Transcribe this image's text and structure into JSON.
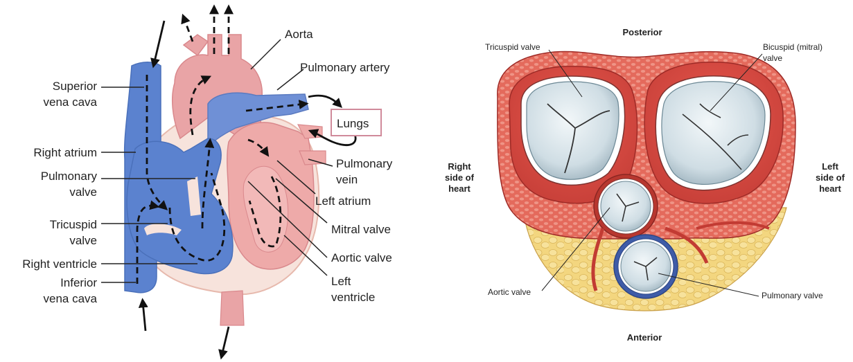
{
  "left_diagram": {
    "labels": {
      "aorta": "Aorta",
      "pulmonary_artery": "Pulmonary artery",
      "lungs": "Lungs",
      "superior_vena_cava_1": "Superior",
      "superior_vena_cava_2": "vena cava",
      "right_atrium": "Right atrium",
      "pulmonary_valve_1": "Pulmonary",
      "pulmonary_valve_2": "valve",
      "tricuspid_valve_1": "Tricuspid",
      "tricuspid_valve_2": "valve",
      "right_ventricle": "Right ventricle",
      "inferior_vena_cava_1": "Inferior",
      "inferior_vena_cava_2": "vena cava",
      "pulmonary_vein_1": "Pulmonary",
      "pulmonary_vein_2": "vein",
      "left_atrium": "Left atrium",
      "mitral_valve": "Mitral valve",
      "aortic_valve": "Aortic valve",
      "left_ventricle_1": "Left",
      "left_ventricle_2": "ventricle"
    }
  },
  "right_diagram": {
    "labels": {
      "posterior": "Posterior",
      "anterior": "Anterior",
      "tricuspid_valve": "Tricuspid valve",
      "bicuspid_valve_1": "Bicuspid (mitral)",
      "bicuspid_valve_2": "valve",
      "right_side_1": "Right",
      "right_side_2": "side of",
      "right_side_3": "heart",
      "left_side_1": "Left",
      "left_side_2": "side of",
      "left_side_3": "heart",
      "aortic_valve": "Aortic valve",
      "pulmonary_valve": "Pulmonary valve"
    }
  },
  "colors": {
    "deoxygenated_blue": "#5b82cf",
    "oxygenated_pink": "#e8a2a4",
    "heart_outline": "#f7e3dc",
    "muscle_red": "#d9534a",
    "valve_white": "#dfe9ee",
    "fat_yellow": "#f2d27a",
    "lungs_box_border": "#d08a9a"
  }
}
